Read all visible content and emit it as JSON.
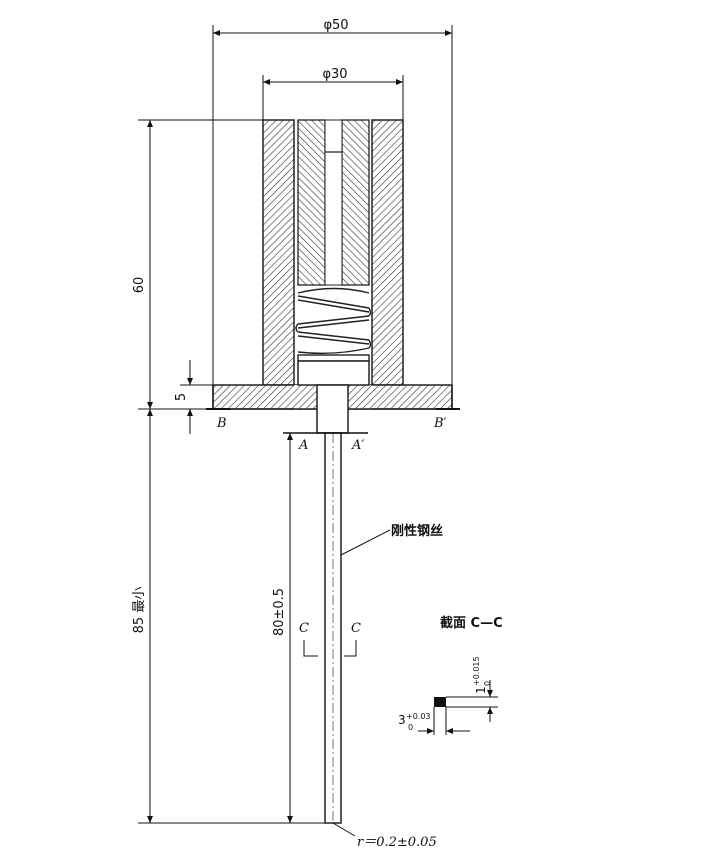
{
  "dimensions": {
    "outer_diameter": "φ50",
    "inner_diameter": "φ30",
    "height": "60",
    "base_thickness": "5",
    "wire_min_length": "85 最小",
    "wire_length_tol": "80±0.5",
    "tip_radius": "r＝0.2±0.05"
  },
  "labels": {
    "section_a": "A",
    "section_a_prime": "A′",
    "section_b": "B",
    "section_b_prime": "B′",
    "section_c_left": "C",
    "section_c_right": "C",
    "wire_label": "刚性钢丝",
    "section_title": "截面 C—C"
  },
  "section_cc": {
    "width_base": "3",
    "width_upper": "+0.03",
    "width_lower": "0",
    "thick_base": "1",
    "thick_upper": "+0.015",
    "thick_lower": "0"
  },
  "colors": {
    "line": "#222222",
    "hatch": "#444444",
    "background": "#ffffff"
  }
}
